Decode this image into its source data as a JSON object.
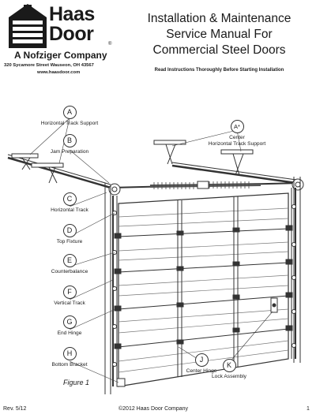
{
  "logo": {
    "line1": "Haas",
    "line2": "Door",
    "reg": "®"
  },
  "company": "A Nofziger Company",
  "address": "320 Sycamore Street Wauseon, OH 43567",
  "website": "www.haasdoor.com",
  "title": [
    "Installation & Maintenance",
    "Service Manual For",
    "Commercial Steel Doors"
  ],
  "subnote": "Read Instructions Thoroughly Before Starting Installation",
  "callouts": [
    {
      "letter": "A",
      "label": "Horizontal Track Support"
    },
    {
      "letter": "B",
      "label": "Jam Preparation"
    },
    {
      "letter": "C",
      "label": "Horizontal Track"
    },
    {
      "letter": "D",
      "label": "Top Fixture"
    },
    {
      "letter": "E",
      "label": "Counterbalance"
    },
    {
      "letter": "F",
      "label": "Vertical Track"
    },
    {
      "letter": "G",
      "label": "End Hinge"
    },
    {
      "letter": "H",
      "label": "Bottom Bracket"
    },
    {
      "letter": "A*",
      "label": "Center",
      "label2": "Horizontal Track Support"
    },
    {
      "letter": "J",
      "label": "Center Hinge"
    },
    {
      "letter": "K",
      "label": "Lock Assembly"
    }
  ],
  "figure": "Figure 1",
  "footer": {
    "rev": "Rev. 5/12",
    "copyright": "©2012 Haas Door Company",
    "page": "1"
  }
}
